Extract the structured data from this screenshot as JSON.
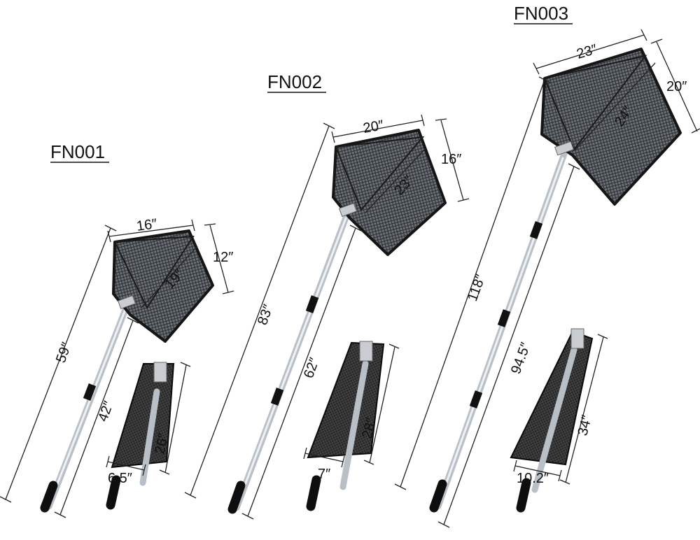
{
  "models": [
    {
      "id": "FN001",
      "label": "FN001",
      "extended_length": "59″",
      "handle_length": "42″",
      "hoop_width": "16″",
      "hoop_depth": "12″",
      "hoop_diagonal": "19″",
      "folded_length": "26″",
      "folded_width": "6.5″"
    },
    {
      "id": "FN002",
      "label": "FN002",
      "extended_length": "83″",
      "handle_length": "62″",
      "hoop_width": "20″",
      "hoop_depth": "16″",
      "hoop_diagonal": "23″",
      "folded_length": "28″",
      "folded_width": "7″"
    },
    {
      "id": "FN003",
      "label": "FN003",
      "extended_length": "118″",
      "handle_length": "94.5″",
      "hoop_width": "23″",
      "hoop_depth": "20″",
      "hoop_diagonal": "24″",
      "folded_length": "34″",
      "folded_width": "10.2″"
    }
  ],
  "colors": {
    "net_mesh": "#555a60",
    "frame": "#151515",
    "pole": "#b9bfc6",
    "grip": "#0e0e0e",
    "text": "#111111"
  }
}
